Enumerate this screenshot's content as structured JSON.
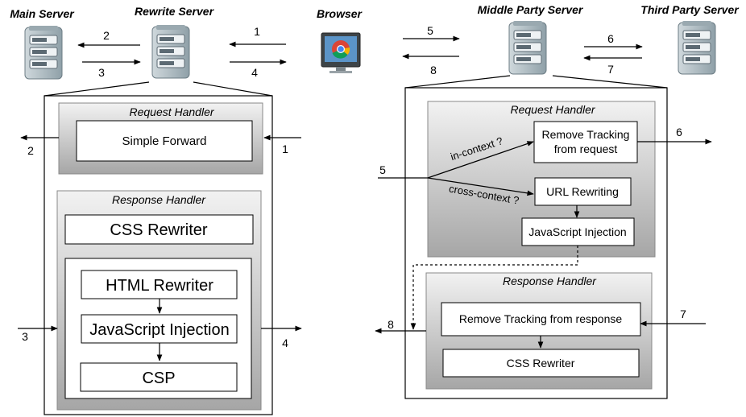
{
  "servers": {
    "main": "Main Server",
    "rewrite": "Rewrite Server",
    "browser": "Browser",
    "middle": "Middle Party Server",
    "third": "Third Party Server"
  },
  "left": {
    "request_handler": "Request Handler",
    "simple_forward": "Simple Forward",
    "response_handler": "Response Handler",
    "css_rewriter": "CSS Rewriter",
    "html_rewriter": "HTML Rewriter",
    "js_injection": "JavaScript Injection",
    "csp": "CSP"
  },
  "right": {
    "request_handler": "Request Handler",
    "remove_tracking_req_line1": "Remove Tracking",
    "remove_tracking_req_line2": "from request",
    "url_rewriting": "URL Rewriting",
    "js_injection": "JavaScript Injection",
    "response_handler": "Response Handler",
    "remove_tracking_resp": "Remove Tracking from response",
    "css_rewriter": "CSS Rewriter",
    "in_context": "in-context ?",
    "cross_context": "cross-context ?"
  },
  "numbers": {
    "n1": "1",
    "n2": "2",
    "n3": "3",
    "n4": "4",
    "n5": "5",
    "n6": "6",
    "n7": "7",
    "n8": "8"
  },
  "colors": {
    "panel_gradient_top": "#f2f2f2",
    "panel_gradient_bottom": "#a6a6a6",
    "server_body": "#b9c6cc",
    "server_dark": "#5c6a73",
    "chrome_red": "#db4437",
    "chrome_green": "#0f9d58",
    "chrome_yellow": "#f4b400",
    "chrome_blue": "#4285f4"
  },
  "icons": {
    "server": "server-icon",
    "browser": "chrome-monitor-icon"
  }
}
